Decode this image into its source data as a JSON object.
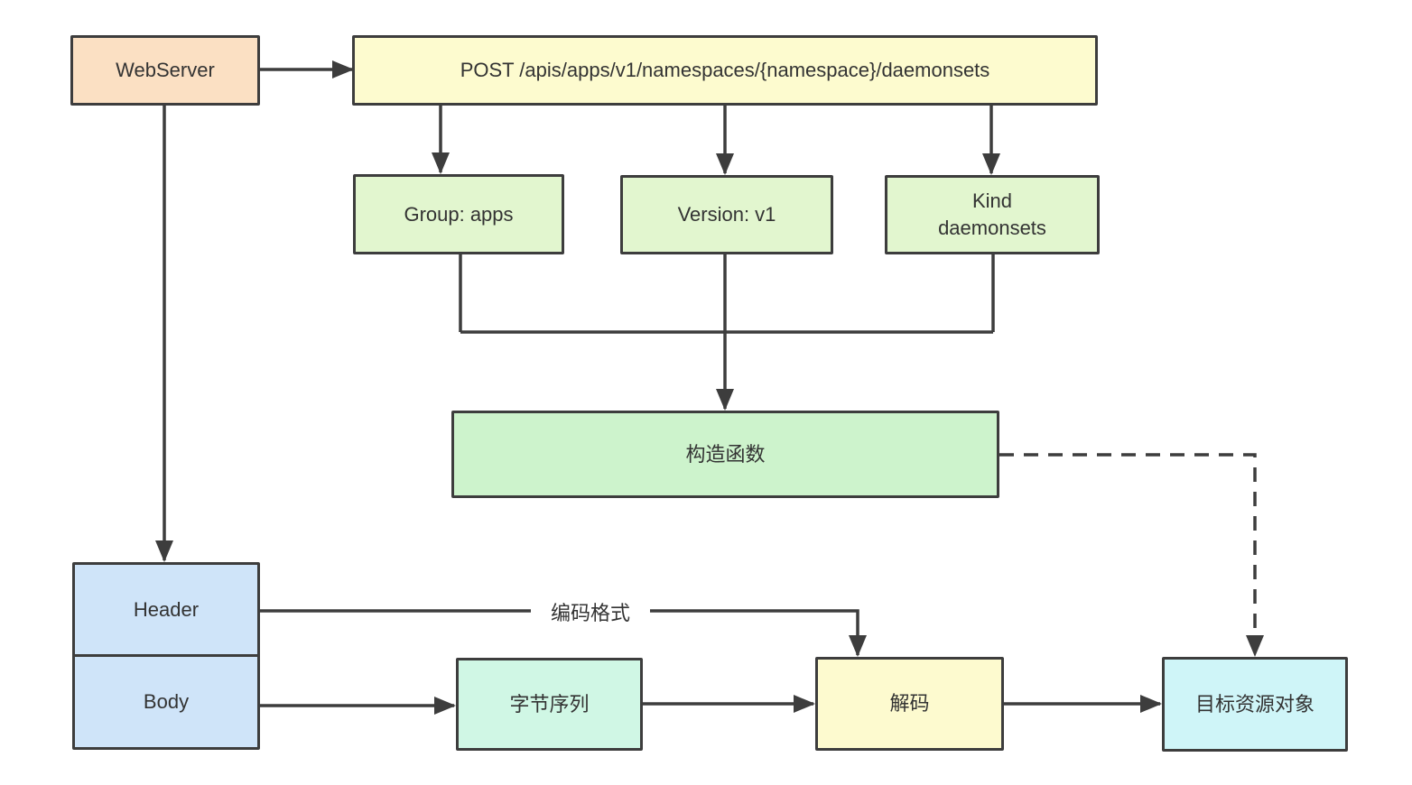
{
  "colors": {
    "webserver": "#fbe0c3",
    "post_endpoint": "#fdfbcf",
    "gvk_box": "#e2f6cf",
    "constructor": "#cdf3cc",
    "header_body": "#cfe4f9",
    "byte_sequence": "#d0f7e5",
    "decode": "#fdfacf",
    "target_resource": "#cff5f8",
    "line": "#3d3d3d",
    "text": "#333333"
  },
  "nodes": {
    "webserver": {
      "label": "WebServer"
    },
    "post_endpoint": {
      "label": "POST /apis/apps/v1/namespaces/{namespace}/daemonsets"
    },
    "group": {
      "label": "Group: apps"
    },
    "version": {
      "label": "Version: v1"
    },
    "kind": {
      "label": "Kind\ndaemonsets"
    },
    "constructor": {
      "label": "构造函数"
    },
    "header": {
      "label": "Header"
    },
    "body": {
      "label": "Body"
    },
    "byte_sequence": {
      "label": "字节序列"
    },
    "decode": {
      "label": "解码"
    },
    "target_resource": {
      "label": "目标资源对象"
    }
  },
  "edge_labels": {
    "encoding_format": "编码格式"
  }
}
